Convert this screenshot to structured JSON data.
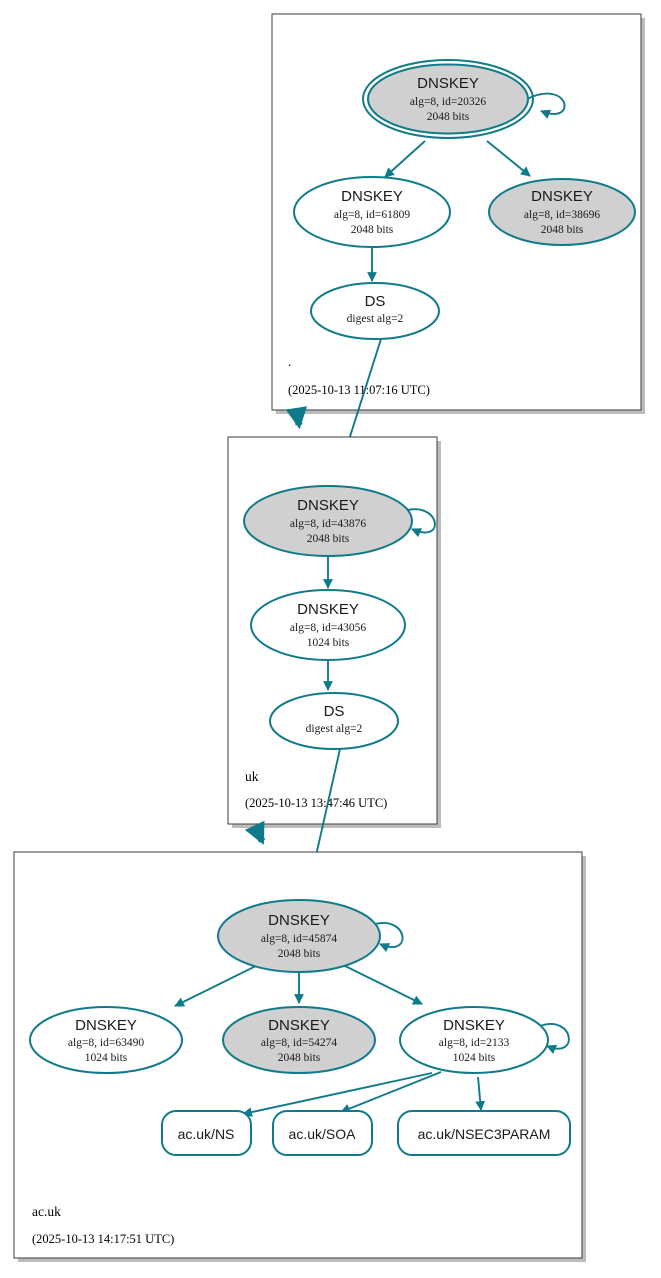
{
  "diagram": {
    "kind": "dnssec-authentication-chain",
    "accent_color": "#0f7b8a",
    "secure_key_fill": "#d0d0d0",
    "plain_key_fill": "#ffffff",
    "zone_border_color": "#4d4d4d"
  },
  "zones": [
    {
      "id": "root",
      "name": ".",
      "timestamp": "(2025-10-13 11:07:16 UTC)",
      "nodes": [
        {
          "id": "root-ksk",
          "type": "DNSKEY",
          "title": "DNSKEY",
          "line2": "alg=8, id=20326",
          "line3": "2048 bits",
          "fill": "gray",
          "double_border": true,
          "self_sign": true
        },
        {
          "id": "root-zsk-61809",
          "type": "DNSKEY",
          "title": "DNSKEY",
          "line2": "alg=8, id=61809",
          "line3": "2048 bits",
          "fill": "white",
          "double_border": false,
          "self_sign": false
        },
        {
          "id": "root-zsk-38696",
          "type": "DNSKEY",
          "title": "DNSKEY",
          "line2": "alg=8, id=38696",
          "line3": "2048 bits",
          "fill": "gray",
          "double_border": false,
          "self_sign": false
        },
        {
          "id": "root-ds",
          "type": "DS",
          "title": "DS",
          "line2": "digest alg=2",
          "line3": "",
          "fill": "white",
          "double_border": false,
          "self_sign": false
        }
      ]
    },
    {
      "id": "uk",
      "name": "uk",
      "timestamp": "(2025-10-13 13:47:46 UTC)",
      "nodes": [
        {
          "id": "uk-ksk",
          "type": "DNSKEY",
          "title": "DNSKEY",
          "line2": "alg=8, id=43876",
          "line3": "2048 bits",
          "fill": "gray",
          "double_border": false,
          "self_sign": true
        },
        {
          "id": "uk-zsk-43056",
          "type": "DNSKEY",
          "title": "DNSKEY",
          "line2": "alg=8, id=43056",
          "line3": "1024 bits",
          "fill": "white",
          "double_border": false,
          "self_sign": false
        },
        {
          "id": "uk-ds",
          "type": "DS",
          "title": "DS",
          "line2": "digest alg=2",
          "line3": "",
          "fill": "white",
          "double_border": false,
          "self_sign": false
        }
      ]
    },
    {
      "id": "acuk",
      "name": "ac.uk",
      "timestamp": "(2025-10-13 14:17:51 UTC)",
      "nodes": [
        {
          "id": "acuk-ksk",
          "type": "DNSKEY",
          "title": "DNSKEY",
          "line2": "alg=8, id=45874",
          "line3": "2048 bits",
          "fill": "gray",
          "double_border": false,
          "self_sign": true
        },
        {
          "id": "acuk-key-63490",
          "type": "DNSKEY",
          "title": "DNSKEY",
          "line2": "alg=8, id=63490",
          "line3": "1024 bits",
          "fill": "white",
          "double_border": false,
          "self_sign": false
        },
        {
          "id": "acuk-key-54274",
          "type": "DNSKEY",
          "title": "DNSKEY",
          "line2": "alg=8, id=54274",
          "line3": "2048 bits",
          "fill": "gray",
          "double_border": false,
          "self_sign": false
        },
        {
          "id": "acuk-key-2133",
          "type": "DNSKEY",
          "title": "DNSKEY",
          "line2": "alg=8, id=2133",
          "line3": "1024 bits",
          "fill": "white",
          "double_border": false,
          "self_sign": true
        }
      ],
      "rrsets": [
        {
          "id": "rr-ns",
          "label": "ac.uk/NS"
        },
        {
          "id": "rr-soa",
          "label": "ac.uk/SOA"
        },
        {
          "id": "rr-nsec3param",
          "label": "ac.uk/NSEC3PARAM"
        }
      ]
    }
  ],
  "labels": {
    "root_zone_name": ".",
    "root_zone_time": "(2025-10-13 11:07:16 UTC)",
    "uk_zone_name": "uk",
    "uk_zone_time": "(2025-10-13 13:47:46 UTC)",
    "acuk_zone_name": "ac.uk",
    "acuk_zone_time": "(2025-10-13 14:17:51 UTC)",
    "root_ksk_title": "DNSKEY",
    "root_ksk_l2": "alg=8, id=20326",
    "root_ksk_l3": "2048 bits",
    "root_k61809_title": "DNSKEY",
    "root_k61809_l2": "alg=8, id=61809",
    "root_k61809_l3": "2048 bits",
    "root_k38696_title": "DNSKEY",
    "root_k38696_l2": "alg=8, id=38696",
    "root_k38696_l3": "2048 bits",
    "root_ds_title": "DS",
    "root_ds_l2": "digest alg=2",
    "uk_ksk_title": "DNSKEY",
    "uk_ksk_l2": "alg=8, id=43876",
    "uk_ksk_l3": "2048 bits",
    "uk_k43056_title": "DNSKEY",
    "uk_k43056_l2": "alg=8, id=43056",
    "uk_k43056_l3": "1024 bits",
    "uk_ds_title": "DS",
    "uk_ds_l2": "digest alg=2",
    "acuk_ksk_title": "DNSKEY",
    "acuk_ksk_l2": "alg=8, id=45874",
    "acuk_ksk_l3": "2048 bits",
    "acuk_k63490_title": "DNSKEY",
    "acuk_k63490_l2": "alg=8, id=63490",
    "acuk_k63490_l3": "1024 bits",
    "acuk_k54274_title": "DNSKEY",
    "acuk_k54274_l2": "alg=8, id=54274",
    "acuk_k54274_l3": "2048 bits",
    "acuk_k2133_title": "DNSKEY",
    "acuk_k2133_l2": "alg=8, id=2133",
    "acuk_k2133_l3": "1024 bits",
    "rr_ns": "ac.uk/NS",
    "rr_soa": "ac.uk/SOA",
    "rr_nsec3param": "ac.uk/NSEC3PARAM"
  }
}
